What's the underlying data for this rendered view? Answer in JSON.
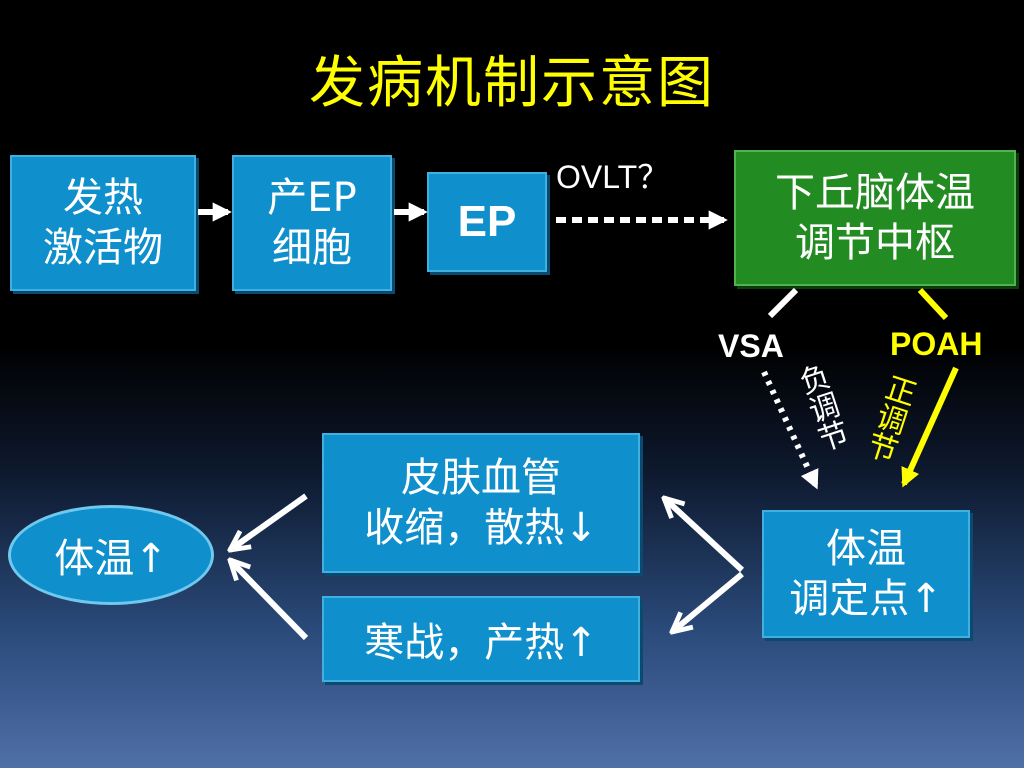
{
  "title": "发病机制示意图",
  "nodes": {
    "pyrogen": "发热\n激活物",
    "ep_cell": "产EP\n细胞",
    "ep": "EP",
    "hypothalamus": "下丘脑体温\n调节中枢",
    "skin": "皮肤血管\n收缩，散热↓",
    "shiver": "寒战，产热↑",
    "set_point": "体温\n调定点↑",
    "body_temp": "体温↑"
  },
  "labels": {
    "ovlt": "OVLT？",
    "vsa": "VSA",
    "poah": "POAH",
    "negative": "负调节",
    "positive": "正调节"
  },
  "colors": {
    "title": "#ffff00",
    "box": "#0f8fcc",
    "hypothalamus_box": "#228b22",
    "positive_arrow": "#ffff00",
    "negative_arrow": "#ffffff"
  }
}
